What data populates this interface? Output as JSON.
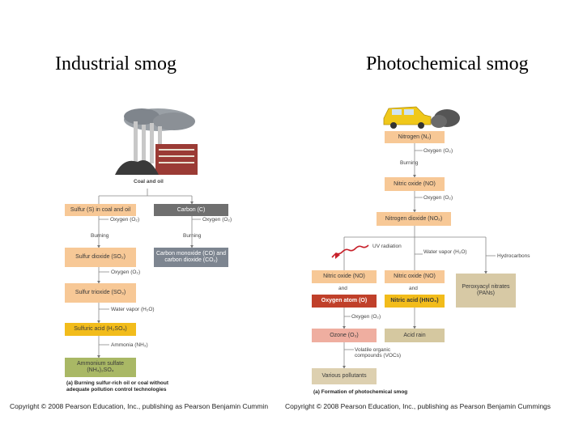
{
  "titles": {
    "left": "Industrial smog",
    "right": "Photochemical smog"
  },
  "industrial": {
    "source_label": "Coal and oil",
    "boxes": {
      "sulfur": "Sulfur (S) in coal and oil",
      "carbon": "Carbon (C)",
      "so2": "Sulfur dioxide (SO₂)",
      "co": "Carbon monoxide (CO) and carbon dioxide (CO₂)",
      "so3": "Sulfur trioxide (SO₃)",
      "h2so4": "Sulfuric acid (H₂SO₄)",
      "ammonium": "Ammonium sulfate (NH₄)₂SO₄"
    },
    "labels": {
      "oxygen1": "Oxygen (O₂)",
      "oxygen2": "Oxygen (O₂)",
      "burning1": "Burning",
      "burning2": "Burning",
      "oxygen3": "Oxygen (O₂)",
      "water": "Water vapor (H₂O)",
      "ammonia": "Ammonia (NH₃)"
    },
    "caption": "(a) Burning sulfur-rich oil or coal without adequate pollution control technologies"
  },
  "photochemical": {
    "boxes": {
      "nitrogen": "Nitrogen (N₂)",
      "no_top": "Nitric oxide (NO)",
      "no2": "Nitrogen dioxide (NO₂)",
      "no_left": "Nitric oxide (NO)",
      "no_mid": "Nitric oxide (NO)",
      "pan": "Peroxyacyl nitrates (PANs)",
      "oxygen_atom": "Oxygen atom (O)",
      "hno3": "Nitric acid (HNO₃)",
      "ozone": "Ozone (O₃)",
      "acid_rain": "Acid rain",
      "pollutants": "Various pollutants"
    },
    "labels": {
      "oxygen1": "Oxygen (O₂)",
      "burning": "Burning",
      "oxygen2": "Oxygen (O₂)",
      "uv": "UV radiation",
      "water": "Water vapor (H₂O)",
      "hydrocarbons": "Hydrocarbons",
      "and1": "and",
      "and2": "and",
      "oxygen3": "Oxygen (O₂)",
      "voc": "Volatile organic compounds (VOCs)"
    },
    "caption": "(a) Formation of photochemical smog"
  },
  "copyright": {
    "left": "Copyright © 2008 Pearson Education, Inc., publishing as Pearson Benjamin Cummin",
    "right": "Copyright © 2008 Pearson Education, Inc., publishing as Pearson Benjamin Cummings"
  },
  "colors": {
    "peach": "#f7c896",
    "gray_dark": "#6f6f6f",
    "gray_blue": "#7d8590",
    "yellow": "#f2bc1b",
    "green": "#a9b865",
    "pan_tan": "#d7c9a5",
    "oxygen_red": "#c0402a",
    "ozone_pink": "#efaea0",
    "rain_tan": "#d5c8a0",
    "pollutant_tan": "#ddd0b0",
    "arrow_red": "#c8202a"
  }
}
